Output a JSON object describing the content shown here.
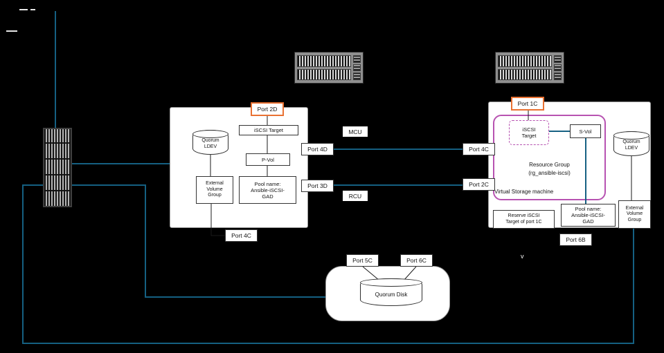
{
  "colors": {
    "background": "#000000",
    "connection_line_teal": "#156082",
    "port_highlight_orange": "#E97132",
    "resource_group_purple": "#B752B1"
  },
  "mcu_system": {
    "port_2d": "Port 2D",
    "iscsi_target": "iSCSI Target",
    "quorum_ldev": "Quorum\nLDEV",
    "p_vol": "P-Vol",
    "external_volume_group": "External\nVolume\nGroup",
    "pool_name": "Pool name:\nAnsible-iSCSI-\nGAD",
    "port_4d": "Port 4D",
    "port_3d": "Port 3D",
    "port_4c": "Port 4C"
  },
  "replication_links": {
    "mcu_label": "MCU",
    "rcu_label": "RCU"
  },
  "rcu_system": {
    "port_1c": "Port 1C",
    "iscsi_target": "iSCSI\nTarget",
    "s_vol": "S-Vol",
    "resource_group_title": "Resource Group",
    "resource_group_name": "(rg_ansible-iscsi)",
    "virtual_storage_machine": "Virtual Storage machine",
    "quorum_ldev": "Quorum\nLDEV",
    "port_4c": "Port 4C",
    "port_2c": "Port 2C",
    "reserve_iscsi_target": "Reserve iSCSI\nTarget of port 1C",
    "pool_name": "Pool name:\nAnsible-iSCSI-\nGAD",
    "external_volume_group": "External\nVolume\nGroup",
    "port_6b": "Port 6B"
  },
  "quorum_storage": {
    "port_5c": "Port 5C",
    "port_6c": "Port 6C",
    "quorum_disk": "Quorum Disk"
  },
  "stray_mark": "v"
}
